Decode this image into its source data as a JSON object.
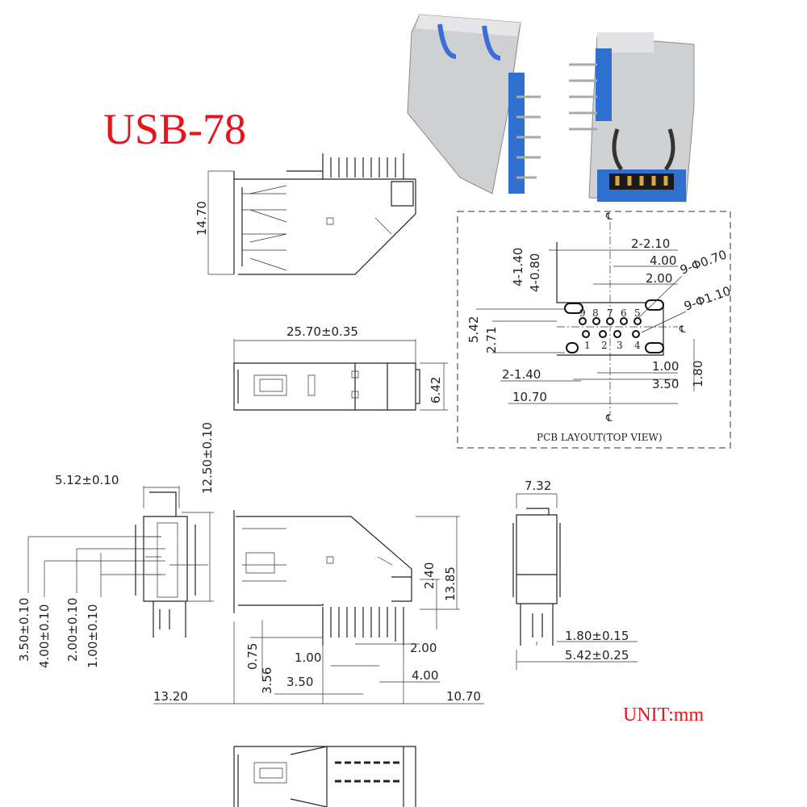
{
  "title": "USB-78",
  "unit": "UNIT:mm",
  "colors": {
    "title": "#e8141b",
    "line": "#222222",
    "metal": "#c9cacc",
    "plastic": "#2f6fd0"
  },
  "top_view": {
    "height_dim": "14.70"
  },
  "plan_view": {
    "length_dim": "25.70±0.35",
    "height_dim": "6.42"
  },
  "pcb_layout": {
    "caption": "PCB LAYOUT(TOP VIEW)",
    "centerline": "℄",
    "dims": [
      "2-2.10",
      "4.00",
      "2.00",
      "9-Φ0.70",
      "9-Φ1.10",
      "4-1.40",
      "4-0.80",
      "5.42",
      "2.71",
      "1.00",
      "3.50",
      "1.80",
      "2-1.40",
      "10.70"
    ],
    "pin_numbers": [
      "1",
      "2",
      "3",
      "4",
      "5",
      "6",
      "7",
      "8",
      "9"
    ]
  },
  "front_view": {
    "dims": [
      "5.12±0.10",
      "12.50±0.10",
      "3.50±0.10",
      "4.00±0.10",
      "2.00±0.10",
      "1.00±0.10"
    ]
  },
  "side_view": {
    "dims": [
      "13.85",
      "2.40",
      "0.75",
      "3.56",
      "1.00",
      "2.00",
      "3.50",
      "4.00",
      "13.20",
      "10.70"
    ]
  },
  "right_view": {
    "dims": [
      "7.32",
      "1.80±0.15",
      "5.42±0.25"
    ]
  }
}
